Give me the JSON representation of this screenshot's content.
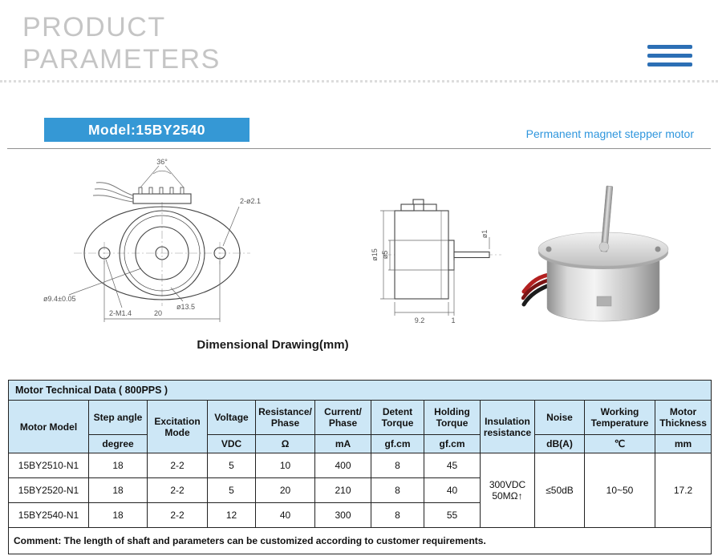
{
  "page": {
    "title_line1": "PRODUCT",
    "title_line2": "PARAMETERS"
  },
  "model_bar": {
    "model": "Model:15BY2540",
    "subtitle": "Permanent magnet stepper motor"
  },
  "drawings": {
    "caption": "Dimensional Drawing(mm)",
    "front": {
      "angle": "36°",
      "holes_top": "2-ø2.1",
      "pilot": "ø9.4±0.05",
      "thread": "2-M1.4",
      "mid_circle": "ø13.5",
      "spacing": "20"
    },
    "side": {
      "body_dia": "ø15",
      "boss_dia": "ø5",
      "shaft_dia": "ø1",
      "body_len": "9.2",
      "boss_len": "1"
    }
  },
  "table": {
    "title": "Motor Technical Data ( 800PPS )",
    "headers": {
      "motor_model": "Motor Model",
      "step_angle": "Step angle",
      "step_angle_unit": "degree",
      "excitation": [
        "Excitation",
        "Mode"
      ],
      "voltage": "Voltage",
      "voltage_unit": "VDC",
      "resistance": [
        "Resistance/",
        "Phase"
      ],
      "resistance_unit": "Ω",
      "current": [
        "Current/",
        "Phase"
      ],
      "current_unit": "mA",
      "detent": [
        "Detent",
        "Torque"
      ],
      "detent_unit": "gf.cm",
      "holding": [
        "Holding",
        "Torque"
      ],
      "holding_unit": "gf.cm",
      "insulation": [
        "Insulation",
        "resistance"
      ],
      "noise": "Noise",
      "noise_unit": "dB(A)",
      "temp": [
        "Working",
        "Temperature"
      ],
      "temp_unit": "℃",
      "thickness": [
        "Motor",
        "Thickness"
      ],
      "thickness_unit": "mm"
    },
    "rows": [
      [
        "15BY2510-N1",
        "18",
        "2-2",
        "5",
        "10",
        "400",
        "8",
        "45"
      ],
      [
        "15BY2520-N1",
        "18",
        "2-2",
        "5",
        "20",
        "210",
        "8",
        "40"
      ],
      [
        "15BY2540-N1",
        "18",
        "2-2",
        "12",
        "40",
        "300",
        "8",
        "55"
      ]
    ],
    "merged": {
      "insulation": [
        "300VDC",
        "50MΩ↑"
      ],
      "noise": "≤50dB",
      "temp": "10~50",
      "thickness": "17.2"
    },
    "comment": "Comment: The length of shaft and parameters can be customized according to customer requirements."
  }
}
